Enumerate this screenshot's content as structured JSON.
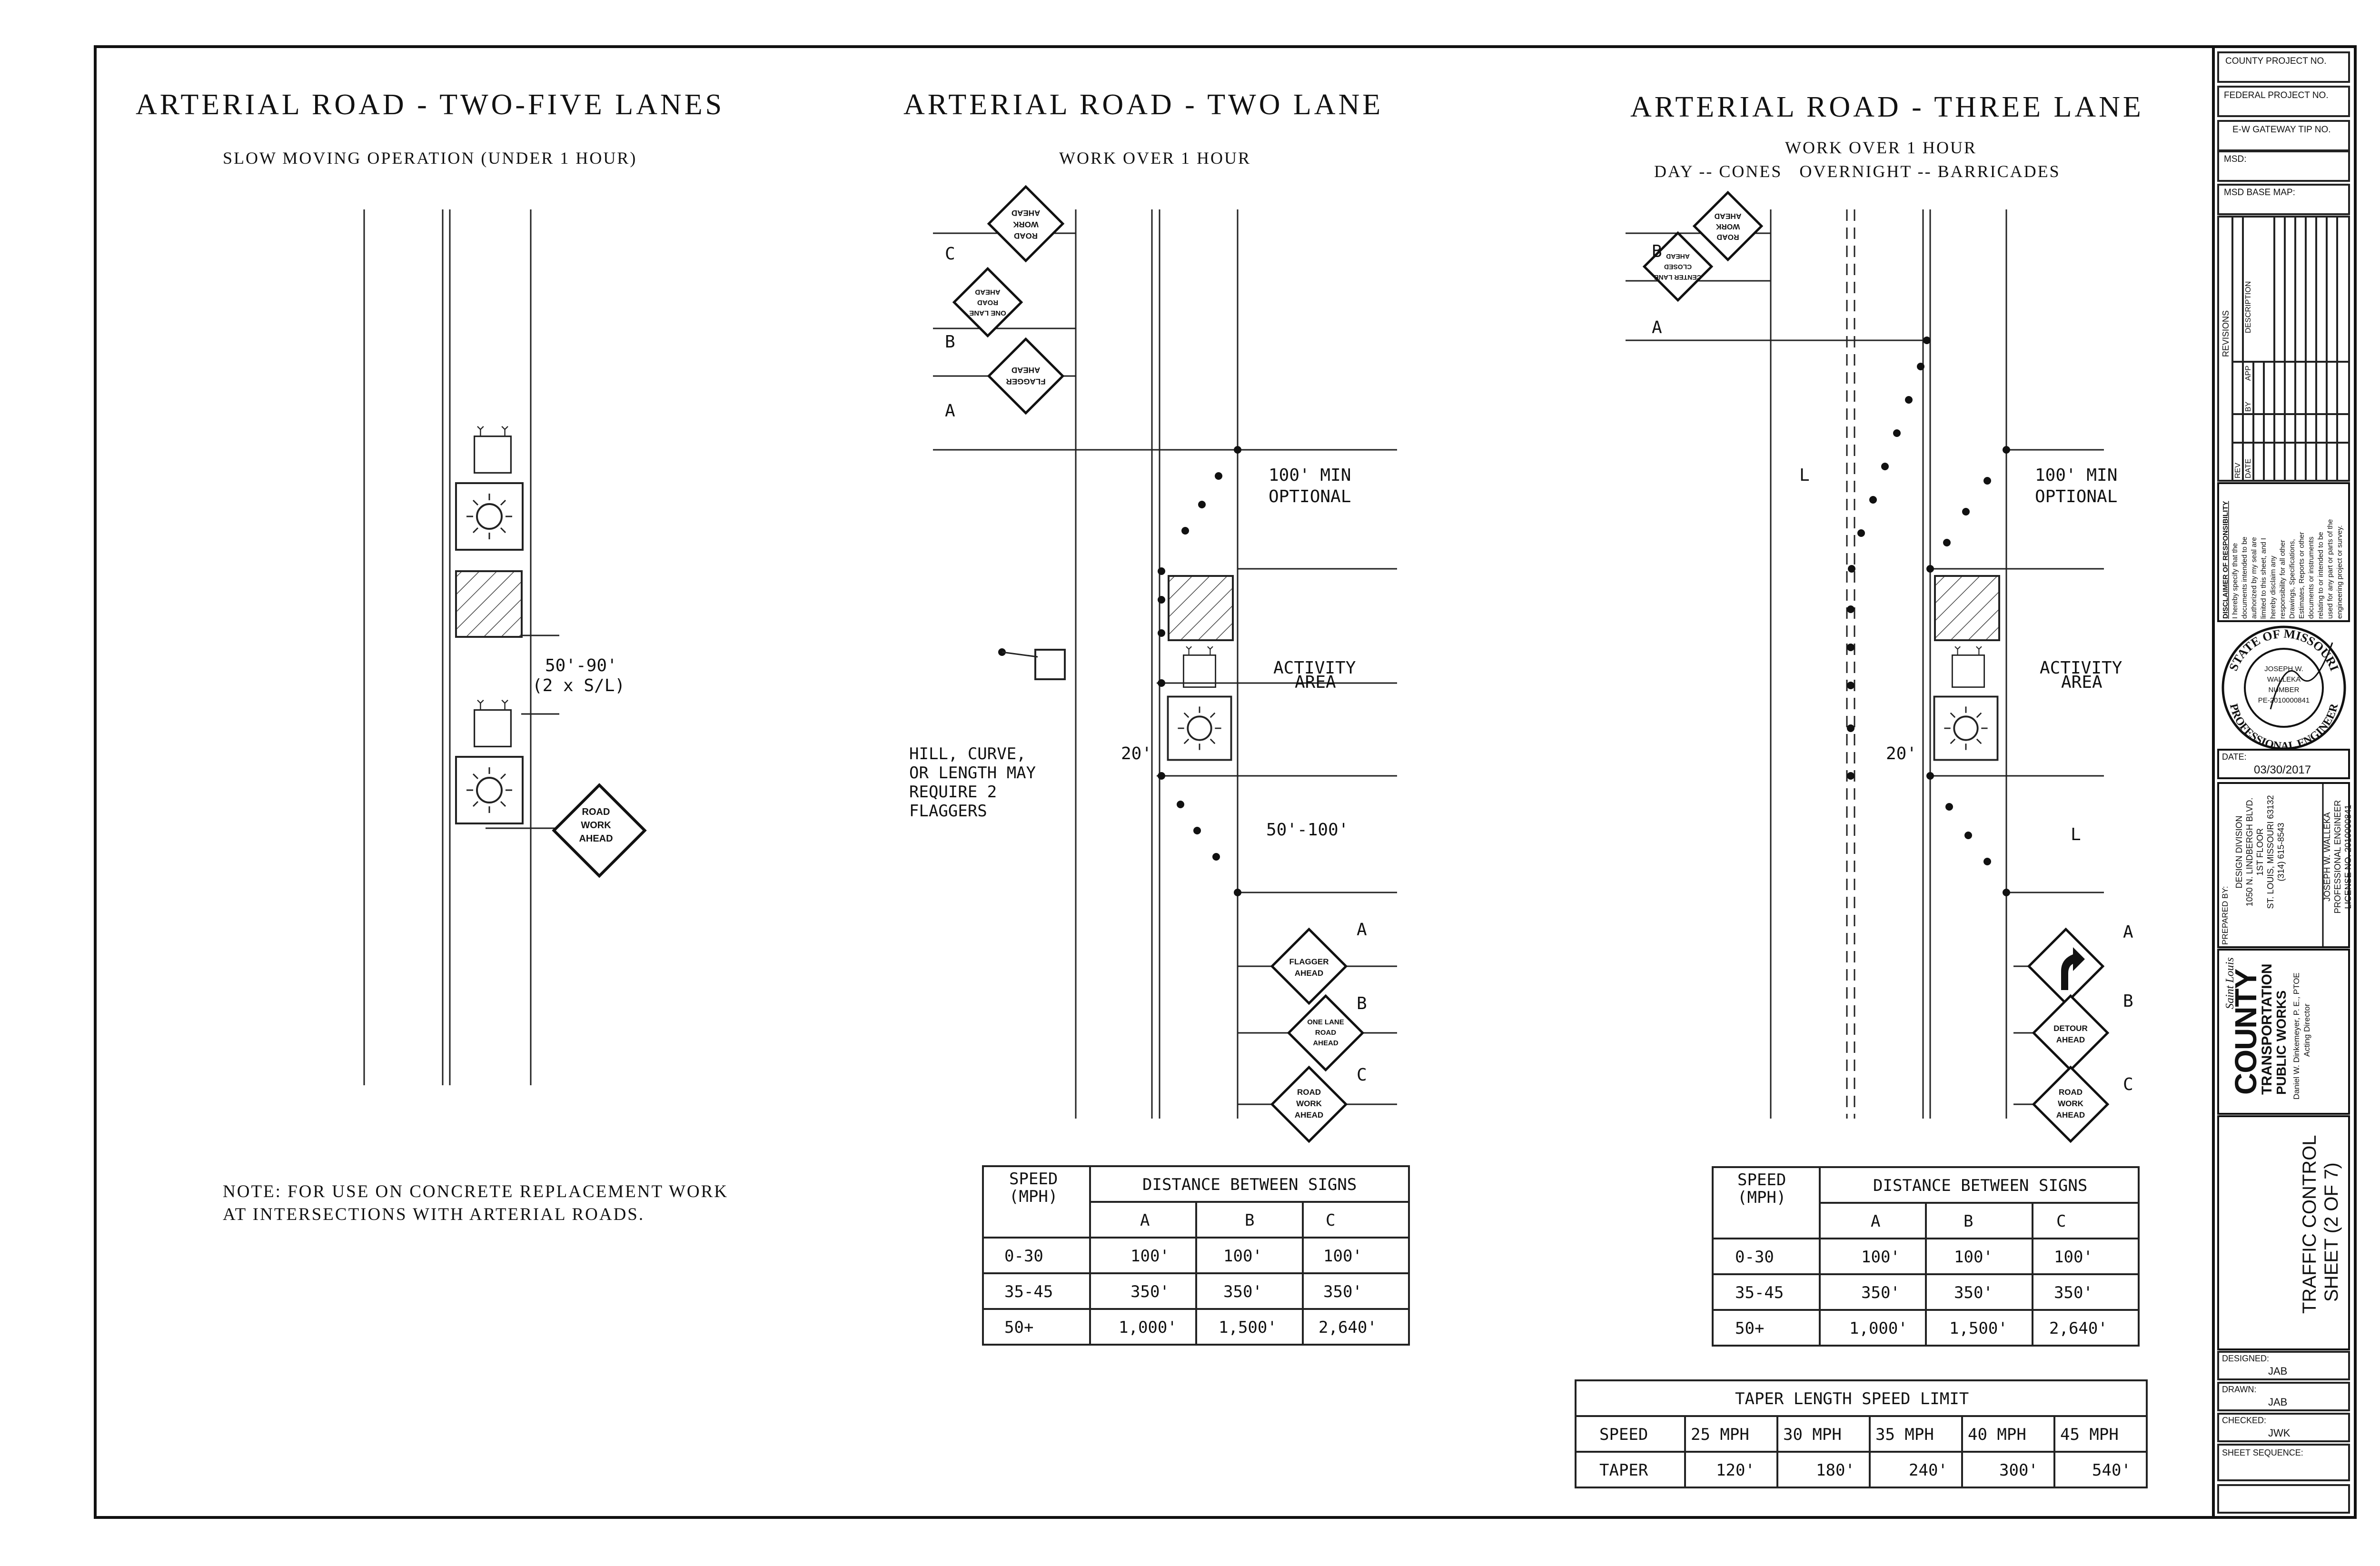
{
  "panel1": {
    "title": "ARTERIAL ROAD - TWO-FIVE LANES",
    "subtitle": "SLOW MOVING OPERATION (UNDER 1 HOUR)",
    "dim_line1": "50'-90'",
    "dim_line2": "(2 x S/L)",
    "sign_road_work_ahead": [
      "ROAD",
      "WORK",
      "AHEAD"
    ],
    "note_line1": "NOTE: FOR USE ON CONCRETE REPLACEMENT WORK",
    "note_line2": "AT INTERSECTIONS WITH ARTERIAL ROADS."
  },
  "panel2": {
    "title": "ARTERIAL ROAD - TWO LANE",
    "subtitle": "WORK OVER 1 HOUR",
    "labels": {
      "a": "A",
      "b": "B",
      "c": "C"
    },
    "upper_signs": {
      "road_work": [
        "ROAD",
        "WORK",
        "AHEAD"
      ],
      "one_lane": [
        "ONE LANE",
        "ROAD",
        "AHEAD"
      ],
      "flagger": [
        "FLAGGER",
        "AHEAD"
      ]
    },
    "lower_signs": {
      "flagger": [
        "FLAGGER",
        "AHEAD"
      ],
      "one_lane": [
        "ONE LANE",
        "ROAD",
        "AHEAD"
      ],
      "road_work": [
        "ROAD",
        "WORK",
        "AHEAD"
      ]
    },
    "min_optional_line1": "100' MIN",
    "min_optional_line2": "OPTIONAL",
    "activity_line1": "ACTIVITY",
    "activity_line2": "AREA",
    "dim_20": "20'",
    "dim_50_100": "50'-100'",
    "hill_note": [
      "HILL, CURVE,",
      "OR LENGTH MAY",
      "REQUIRE 2",
      "FLAGGERS"
    ],
    "table": {
      "speed_header": [
        "SPEED",
        "(MPH)"
      ],
      "distance_header": "DISTANCE BETWEEN SIGNS",
      "columns": [
        "A",
        "B",
        "C"
      ],
      "rows": [
        [
          "0-30",
          "100'",
          "100'",
          "100'"
        ],
        [
          "35-45",
          "350'",
          "350'",
          "350'"
        ],
        [
          "50+",
          "1,000'",
          "1,500'",
          "2,640'"
        ]
      ]
    }
  },
  "panel3": {
    "title": "ARTERIAL ROAD - THREE LANE",
    "subtitle_line1": "WORK OVER 1 HOUR",
    "subtitle_line2": "DAY -- CONES   OVERNIGHT -- BARRICADES",
    "labels": {
      "a": "A",
      "b": "B",
      "c": "C",
      "l": "L"
    },
    "upper_signs": {
      "road_work": [
        "ROAD",
        "WORK",
        "AHEAD"
      ],
      "center_lane": [
        "CENTER LANE",
        "CLOSED",
        "AHEAD"
      ]
    },
    "lower_signs": {
      "detour": [
        "DETOUR",
        "AHEAD"
      ],
      "road_work": [
        "ROAD",
        "WORK",
        "AHEAD"
      ]
    },
    "min_optional_line1": "100' MIN",
    "min_optional_line2": "OPTIONAL",
    "activity_line1": "ACTIVITY",
    "activity_line2": "AREA",
    "dim_20": "20'",
    "table": {
      "speed_header": [
        "SPEED",
        "(MPH)"
      ],
      "distance_header": "DISTANCE BETWEEN SIGNS",
      "columns": [
        "A",
        "B",
        "C"
      ],
      "rows": [
        [
          "0-30",
          "100'",
          "100'",
          "100'"
        ],
        [
          "35-45",
          "350'",
          "350'",
          "350'"
        ],
        [
          "50+",
          "1,000'",
          "1,500'",
          "2,640'"
        ]
      ]
    },
    "taper_table": {
      "title": "TAPER LENGTH SPEED LIMIT",
      "header_row": [
        "SPEED",
        "25 MPH",
        "30 MPH",
        "35 MPH",
        "40 MPH",
        "45 MPH"
      ],
      "value_row": [
        "TAPER",
        "120'",
        "180'",
        "240'",
        "300'",
        "540'"
      ]
    }
  },
  "title_block": {
    "county_project": "COUNTY PROJECT NO.",
    "federal_project": "FEDERAL PROJECT NO.",
    "gateway_tip": "E-W GATEWAY TIP NO.",
    "msd": "MSD:",
    "msd_base_map": "MSD BASE MAP:",
    "revisions_label": "REVISIONS",
    "revision_cols": [
      "REV",
      "DATE",
      "BY",
      "APP",
      "DESCRIPTION"
    ],
    "disclaimer_title": "DISCLAIMER OF RESPONSIBILITY",
    "disclaimer_lines": [
      "I hereby specify that the",
      "documents intended to be",
      "authorized by my seal are",
      "limited to this sheet, and I",
      "hereby disclaim any",
      "responsibility for all other",
      "Drawings, Specifications,",
      "Estimates, Reports or other",
      "documents or instruments",
      "relating to or intended to be",
      "used for any part or parts of the",
      "engineering project or survey."
    ],
    "seal": {
      "ring_top": "STATE OF MISSOURI",
      "ring_bottom": "PROFESSIONAL ENGINEER",
      "lines": [
        "JOSEPH W.",
        "WALLEKA",
        "NUMBER",
        "PE-2010000841"
      ]
    },
    "date_label": "DATE:",
    "date_value": "03/30/2017",
    "prepared_by": "PREPARED BY:",
    "prepared_lines": [
      "DESIGN DIVISION",
      "1050 N. LINDBERGH BLVD.",
      "1ST FLOOR",
      "ST. LOUIS, MISSOURI 63132",
      "(314) 615-8543"
    ],
    "engineer_lines": [
      "JOSEPH W. WALLEKA",
      "PROFESSIONAL ENGINEER",
      "LICENSE NO. 2010000841"
    ],
    "logo": {
      "saint_louis": "Saint Louis",
      "county": "COUNTY",
      "transportation": "TRANSPORTATION",
      "public_works": "PUBLIC WORKS",
      "director_lines": [
        "Daniel W. Dinkemeyer, P. E., PTOE",
        "Acting Director"
      ]
    },
    "sheet_title_line1": "TRAFFIC CONTROL",
    "sheet_title_line2": "SHEET (2 OF 7)",
    "designed_label": "DESIGNED:",
    "designed_value": "JAB",
    "drawn_label": "DRAWN:",
    "drawn_value": "JAB",
    "checked_label": "CHECKED:",
    "checked_value": "JWK",
    "sequence_label": "SHEET SEQUENCE:"
  }
}
